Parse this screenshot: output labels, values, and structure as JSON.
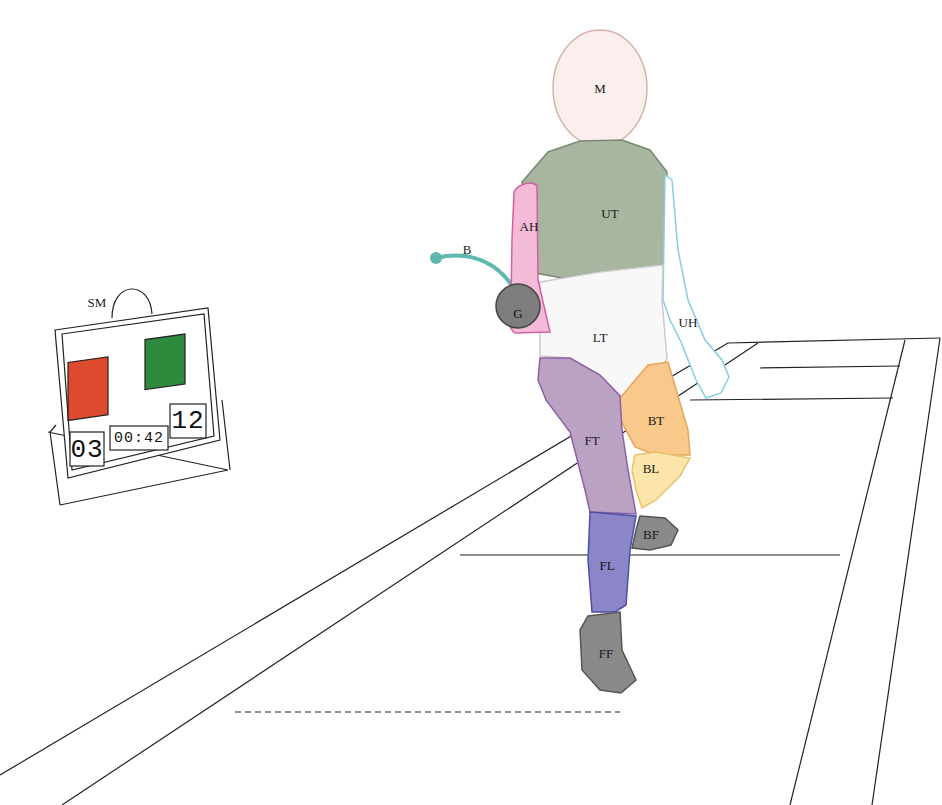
{
  "diagram": {
    "nodes": [
      {
        "text": [
          "M"
        ]
      },
      {
        "text": [
          "UT"
        ]
      },
      {
        "text": [
          "AH"
        ]
      },
      {
        "text": [
          "UH"
        ]
      },
      {
        "text": [
          "G"
        ]
      },
      {
        "text": [
          "LT"
        ]
      },
      {
        "text": [
          "BT"
        ]
      },
      {
        "text": [
          "FT"
        ]
      },
      {
        "text": [
          "BL"
        ]
      },
      {
        "text": [
          "BF"
        ]
      },
      {
        "text": [
          "FL"
        ]
      },
      {
        "text": [
          "FF"
        ]
      }
    ],
    "labels": [
      "B",
      "SM",
      "03",
      "00:42",
      "12"
    ]
  }
}
